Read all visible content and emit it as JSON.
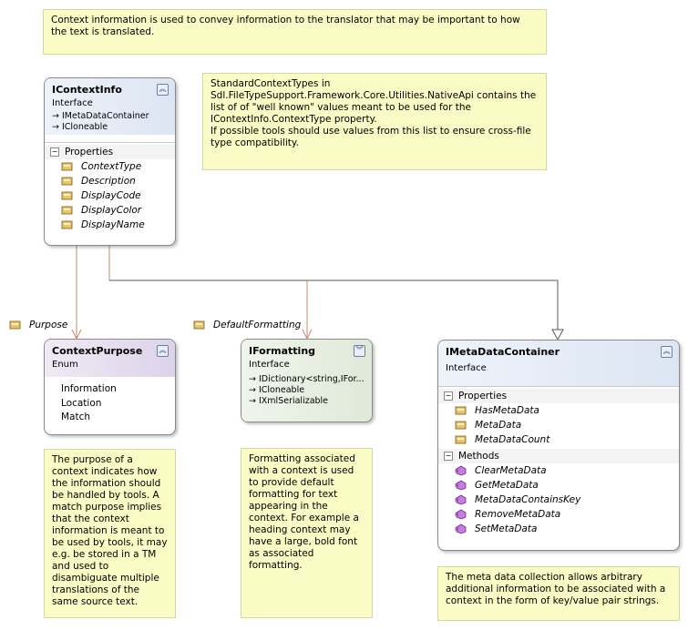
{
  "notes": {
    "top": "Context information is used to convey information to the translator that may be important to how the text is translated.",
    "standard_types": "StandardContextTypes in\nSdl.FileTypeSupport.Framework.Core.Utilities.NativeApi contains the list of of \"well known\" values meant to be used for the\nIContextInfo.ContextType property.\nIf possible tools should use values from this list to ensure cross-file type compatibility.",
    "purpose": "The purpose of a context indicates how the information should be handled by tools. A match purpose implies that the context information is meant to be used by tools, it may e.g. be stored in a TM and used to disambiguate multiple translations of the same source text.",
    "formatting": "Formatting associated with a context is used to provide default formatting for text appearing in the context. For example a heading context may have a large, bold font as associated formatting.",
    "metadata": "The meta data collection allows arbitrary additional information to be associated with a context in the form of key/value pair strings."
  },
  "icontextinfo": {
    "name": "IContextInfo",
    "kind": "Interface",
    "inherits": [
      "IMetaDataContainer",
      "ICloneable"
    ],
    "properties_label": "Properties",
    "properties": [
      "ContextType",
      "Description",
      "DisplayCode",
      "DisplayColor",
      "DisplayName"
    ]
  },
  "contextpurpose": {
    "name": "ContextPurpose",
    "kind": "Enum",
    "values": [
      "Information",
      "Location",
      "Match"
    ]
  },
  "iformatting": {
    "name": "IFormatting",
    "kind": "Interface",
    "inherits": [
      "IDictionary<string,IFor...",
      "ICloneable",
      "IXmlSerializable"
    ]
  },
  "imetadatacontainer": {
    "name": "IMetaDataContainer",
    "kind": "Interface",
    "properties_label": "Properties",
    "properties": [
      "HasMetaData",
      "MetaData",
      "MetaDataCount"
    ],
    "methods_label": "Methods",
    "methods": [
      "ClearMetaData",
      "GetMetaData",
      "MetaDataContainsKey",
      "RemoveMetaData",
      "SetMetaData"
    ]
  },
  "associations": {
    "purpose": "Purpose",
    "formatting": "DefaultFormatting"
  },
  "colors": {
    "note_bg": "#fbfbc5",
    "assoc_line": "#c98a6e",
    "inherit_line": "#5a5a5a"
  }
}
